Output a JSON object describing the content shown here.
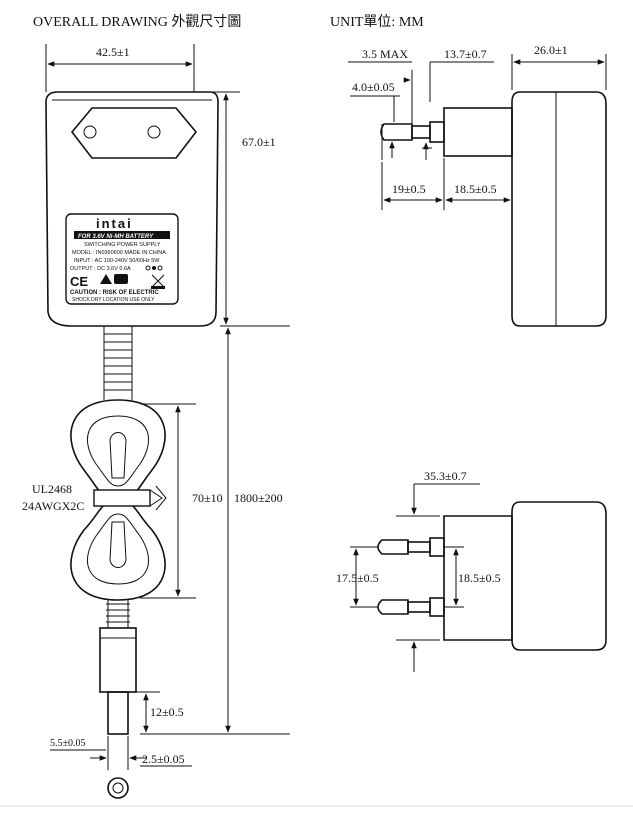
{
  "header": {
    "title": "OVERALL DRAWING 外觀尺寸圖",
    "unit": "UNIT單位: MM"
  },
  "front_view": {
    "width_dim": "42.5±1",
    "height_dim": "67.0±1",
    "cable_length_dim": "1800±200",
    "coil_length_dim": "70±10",
    "cable_spec_line1": "UL2468",
    "cable_spec_line2": "24AWGX2C",
    "plug_length_dim": "12±0.5",
    "plug_outer_dim": "5.5±0.05",
    "plug_inner_dim": "2.5±0.05"
  },
  "label_plate": {
    "brand": "intai",
    "product_line": "FOR 3.6V Ni-MH  BATTERY",
    "type": "SWITCHING POWER SUPPLY",
    "model": "MODEL : IN0360600  MADE IN CHINA",
    "input": "INPUT : AC 100-240V  50/60Hz 5W",
    "output": "OUTPUT : DC 3.6V  0.6A",
    "ce_mark": "CE",
    "caution": "CAUTION : RISK OF ELECTRIC",
    "caution_line2": "SHOCK DRY LOCATION USE ONLY"
  },
  "side_view": {
    "pin_tip_dim": "3.5 MAX",
    "pin_diameter_dim": "4.0±0.05",
    "pin_shoulder_dim": "13.7±0.7",
    "body_depth_dim": "26.0±1",
    "pin_length_dim": "19±0.5",
    "pin_base_dim": "18.5±0.5"
  },
  "top_view": {
    "width_dim": "35.3±0.7",
    "pin_spacing_dim": "17.5±0.5",
    "base_spacing_dim": "18.5±0.5"
  }
}
